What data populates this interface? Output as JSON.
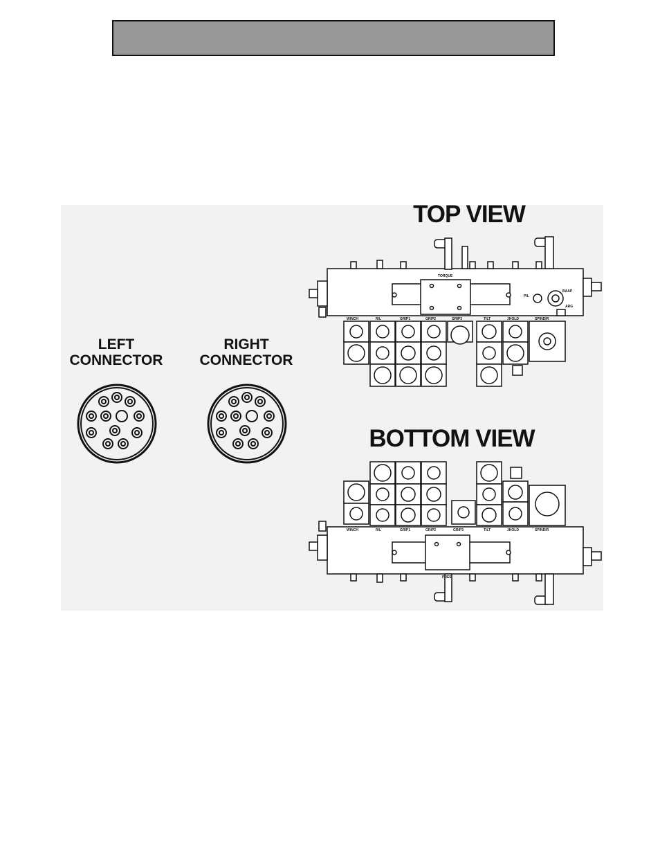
{
  "header": {
    "text": ""
  },
  "figure": {
    "top_view_title": "TOP VIEW",
    "bottom_view_title": "BOTTOM VIEW",
    "left_connector": {
      "line1": "LEFT",
      "line2": "CONNECTOR"
    },
    "right_connector": {
      "line1": "RIGHT",
      "line2": "CONNECTOR"
    },
    "top_view": {
      "block_label": "TORQUE",
      "section_labels": [
        "WINCH",
        "R/L",
        "GRIP1",
        "GRIP2",
        "GRIP3",
        "TILT",
        "JHOLD",
        "SPINDIR"
      ],
      "port_labels": [
        "PIL",
        "BAAP",
        "ARG"
      ]
    },
    "bottom_view": {
      "block_label": "PRES",
      "section_labels": [
        "WINCH",
        "R/L",
        "GRIP1",
        "GRIP2",
        "GRIP3",
        "TILT",
        "JHOLD",
        "SPINDIR"
      ]
    }
  }
}
